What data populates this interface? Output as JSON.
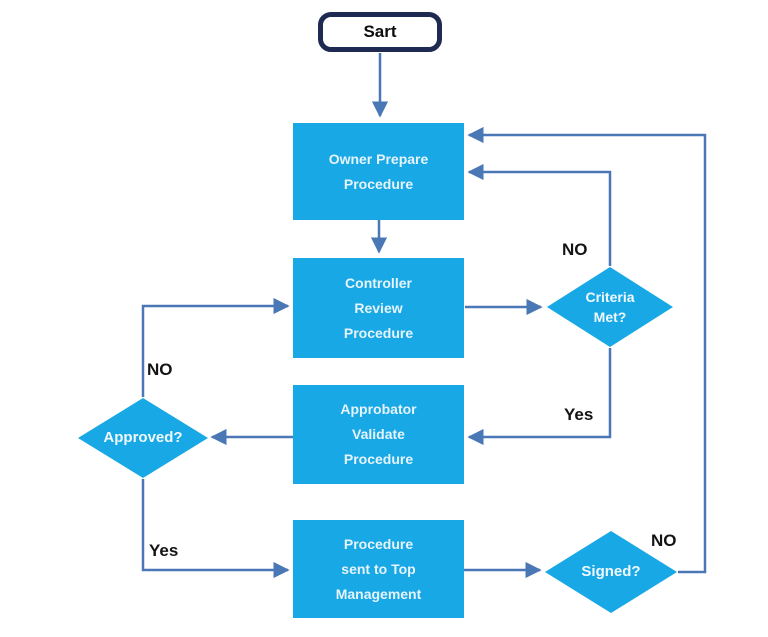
{
  "colors": {
    "node_fill": "#18a8e5",
    "node_text": "#e6f4fc",
    "connector": "#4a77b5",
    "start_border": "#1f2a52",
    "start_text": "#0d0d0d",
    "edge_label_color": "#141414",
    "canvas_bg": "#ffffff"
  },
  "nodes": {
    "start": {
      "label": "Sart"
    },
    "owner": {
      "lines": [
        "Owner Prepare",
        "Procedure"
      ]
    },
    "controller": {
      "lines": [
        "Controller",
        "Review",
        "Procedure"
      ]
    },
    "criteria": {
      "lines": [
        "Criteria",
        "Met?"
      ]
    },
    "approbator": {
      "lines": [
        "Approbator",
        "Validate",
        "Procedure"
      ]
    },
    "approved": {
      "lines": [
        "Approved?"
      ]
    },
    "procedure": {
      "lines": [
        "Procedure",
        "sent to Top",
        "Management"
      ]
    },
    "signed": {
      "lines": [
        "Signed?"
      ]
    }
  },
  "edge_labels": {
    "criteria_no": "NO",
    "criteria_yes": "Yes",
    "approved_no": "NO",
    "approved_yes": "Yes",
    "signed_no": "NO"
  }
}
